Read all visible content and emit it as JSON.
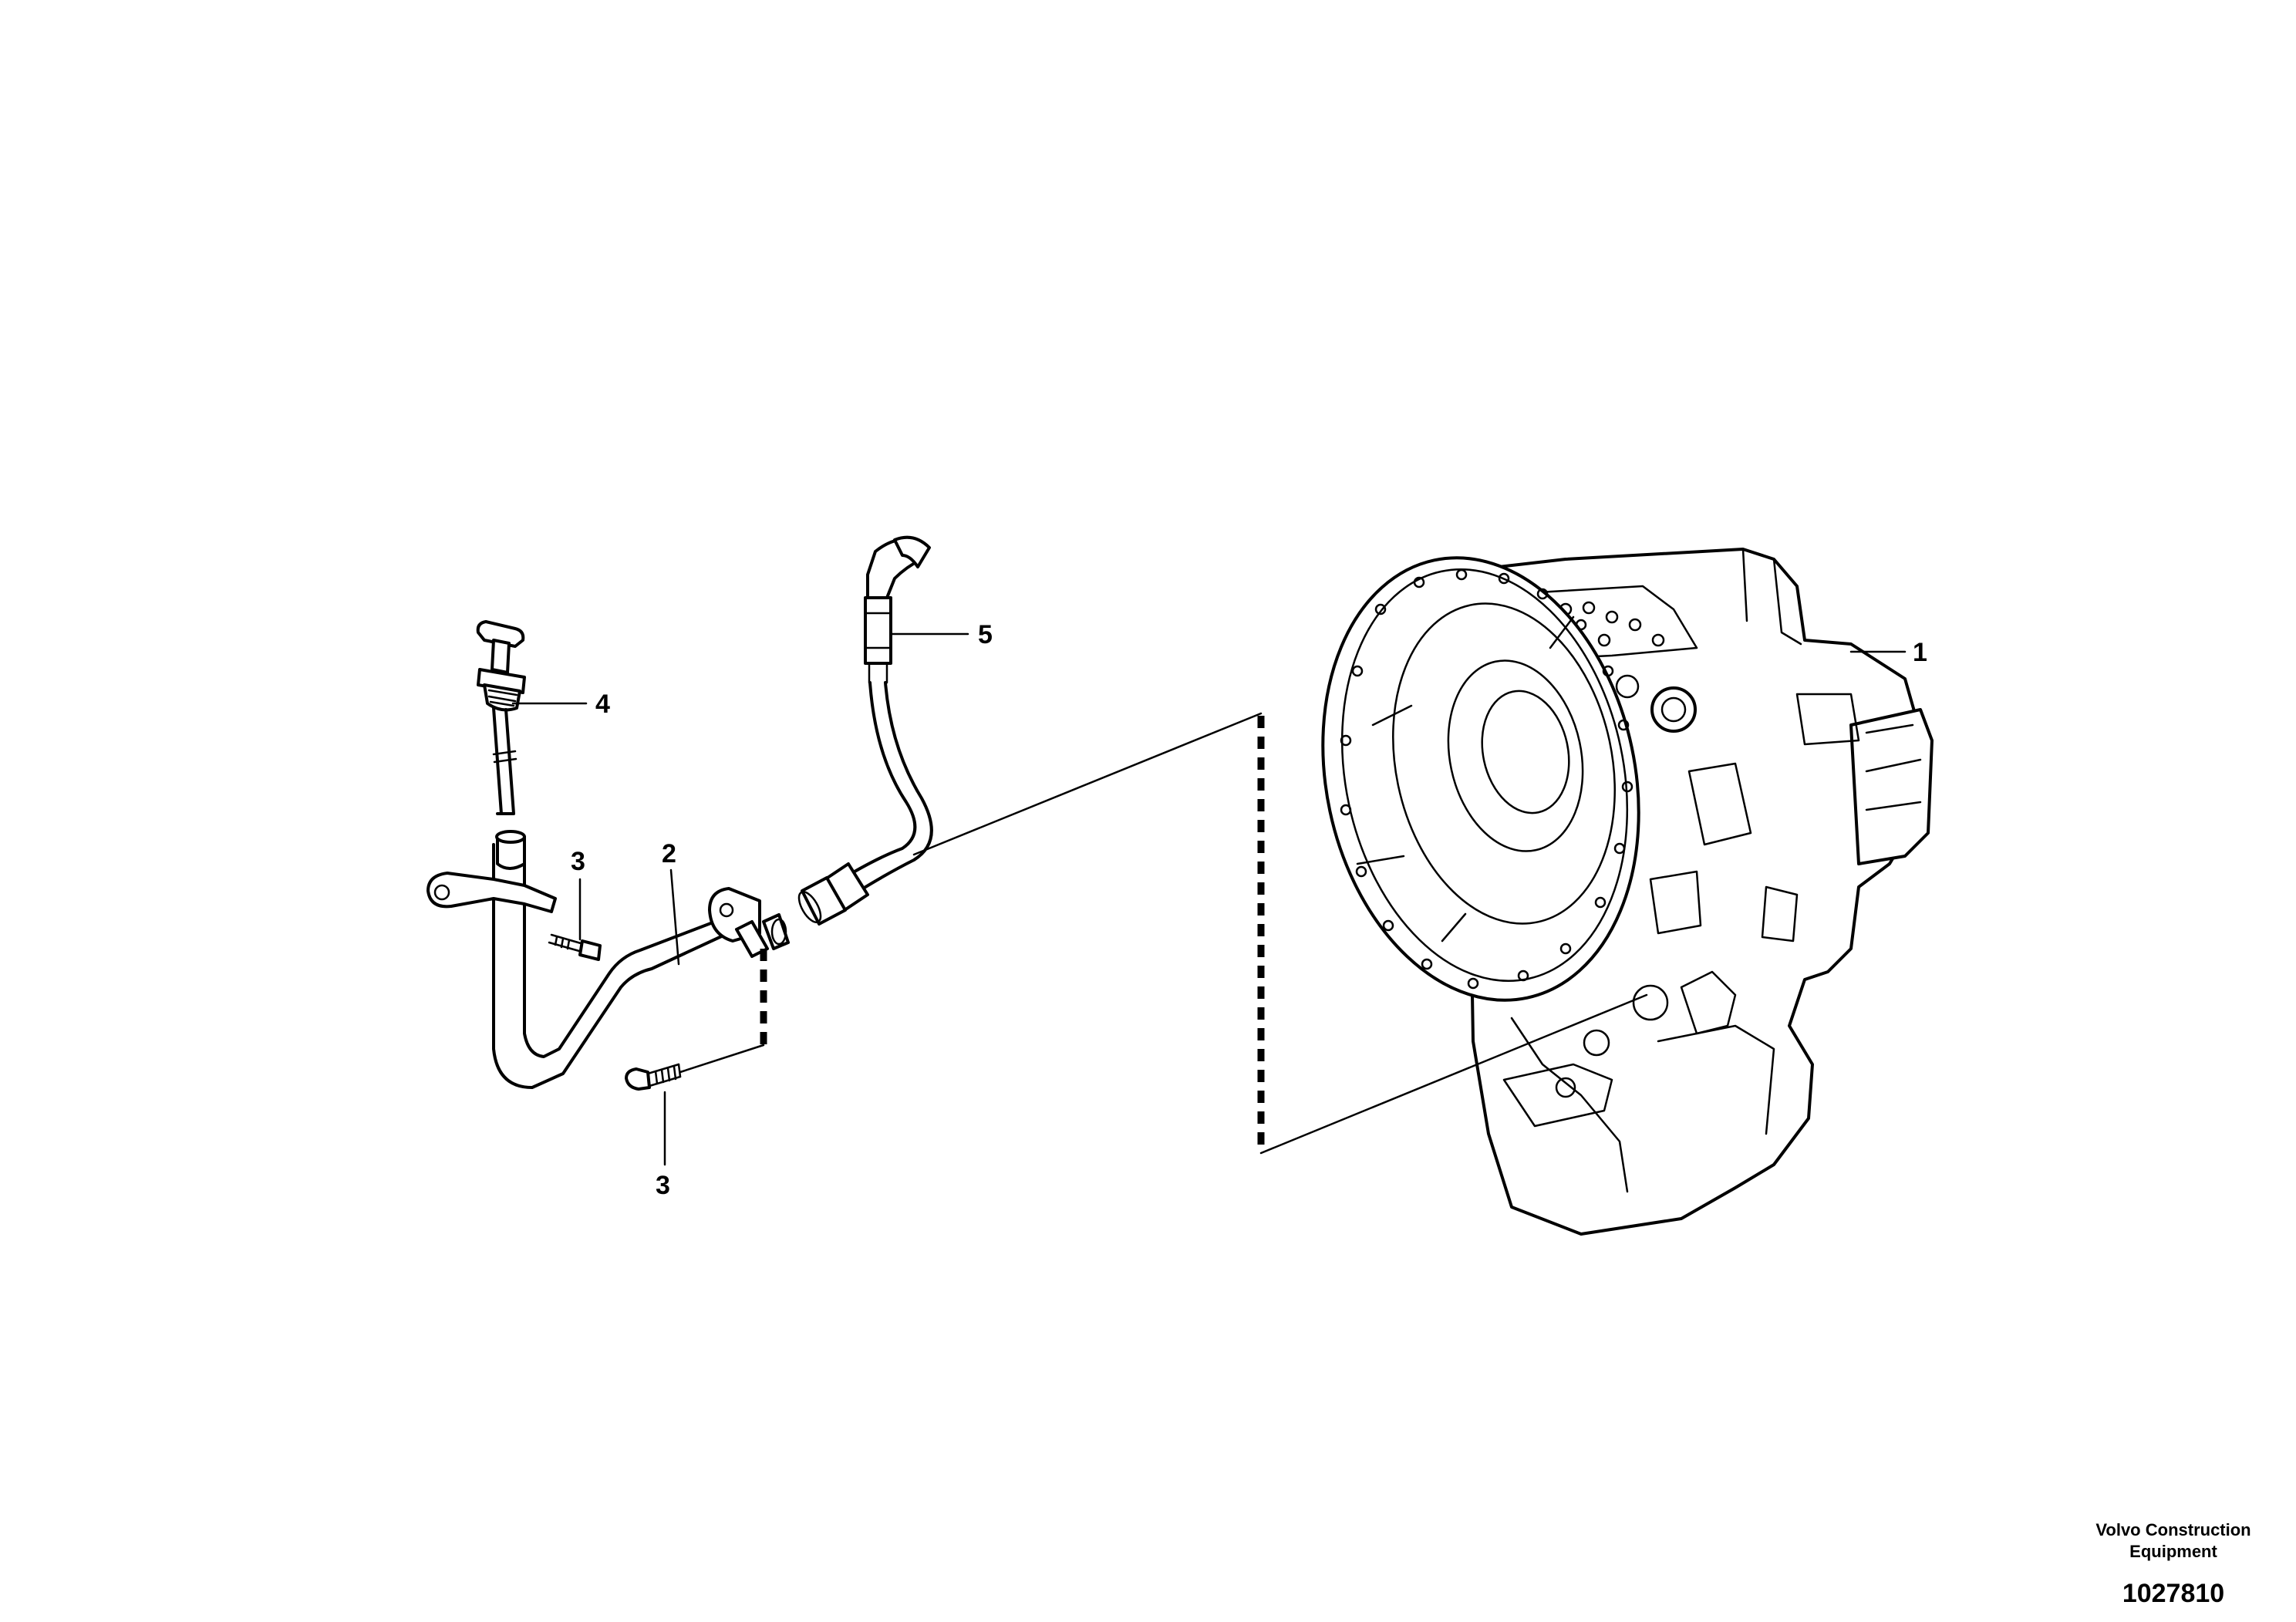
{
  "diagram": {
    "callouts": [
      {
        "id": "1",
        "label": "1"
      },
      {
        "id": "2",
        "label": "2"
      },
      {
        "id": "3a",
        "label": "3"
      },
      {
        "id": "3b",
        "label": "3"
      },
      {
        "id": "4",
        "label": "4"
      },
      {
        "id": "5",
        "label": "5"
      }
    ]
  },
  "branding": {
    "company_line1": "Volvo Construction",
    "company_line2": "Equipment",
    "drawing_number": "1027810"
  }
}
